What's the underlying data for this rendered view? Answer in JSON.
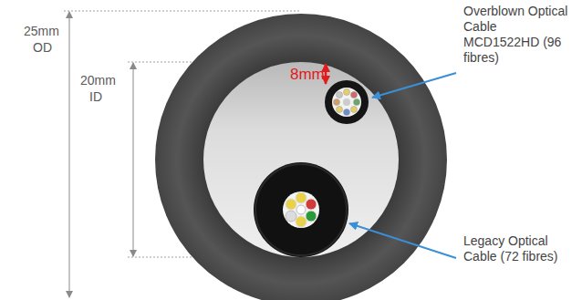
{
  "diagram": {
    "labels": [
      "25mm",
      "OD",
      "20mm",
      "ID",
      "8mm",
      "Overblown Optical Cable MCD1522HD (96 fibres)",
      "Legacy Optical Cable (72 fibres)"
    ]
  }
}
